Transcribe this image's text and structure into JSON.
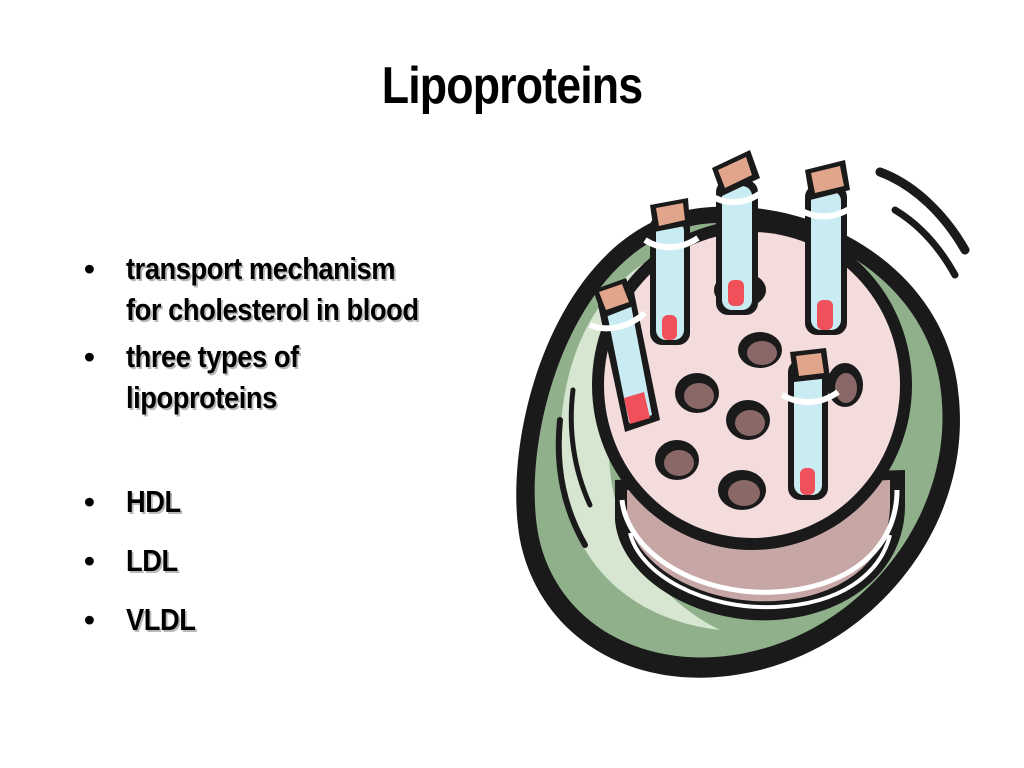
{
  "slide": {
    "title": "Lipoproteins",
    "bullets": [
      {
        "line1": "transport mechanism",
        "line2": "for cholesterol in blood"
      },
      {
        "line1": "three types of",
        "line2": "lipoproteins"
      },
      {
        "line1": "HDL"
      },
      {
        "line1": "LDL"
      },
      {
        "line1": "VLDL"
      }
    ],
    "bullet_glyph": "•",
    "illustration": "test-tube-rack-clipart",
    "colors": {
      "plate_green": "#8fb08a",
      "plate_light": "#d6e6d0",
      "rack_pink": "#f4dcdc",
      "tube_blue": "#c9ecf3",
      "blood_red": "#f0505a",
      "cap_tan": "#e0a58a"
    }
  }
}
